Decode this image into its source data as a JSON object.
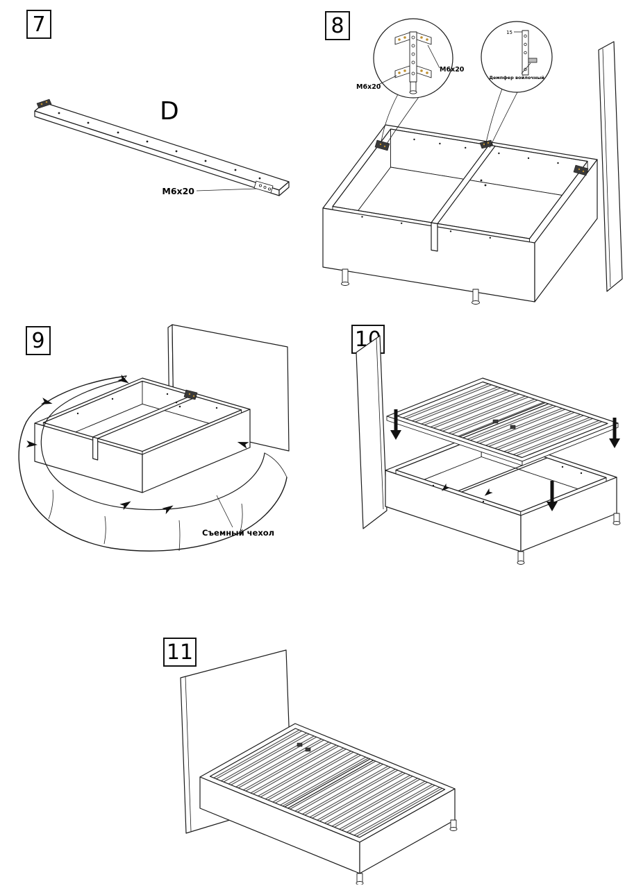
{
  "steps": {
    "s7": {
      "number": "7",
      "part_label": "D",
      "bolt_label": "M6x20"
    },
    "s8": {
      "number": "8",
      "bolt_label_left": "M6x20",
      "bolt_label_right": "M6x20",
      "damper_label": "Демпфер войлочный",
      "dim_label": "15"
    },
    "s9": {
      "number": "9",
      "cover_label": "Съемный чехол"
    },
    "s10": {
      "number": "10"
    },
    "s11": {
      "number": "11"
    }
  },
  "colors": {
    "line": "#1a1a1a",
    "bracket": "#3a3a3a",
    "brass": "#c0902f",
    "arrow": "#111111"
  }
}
